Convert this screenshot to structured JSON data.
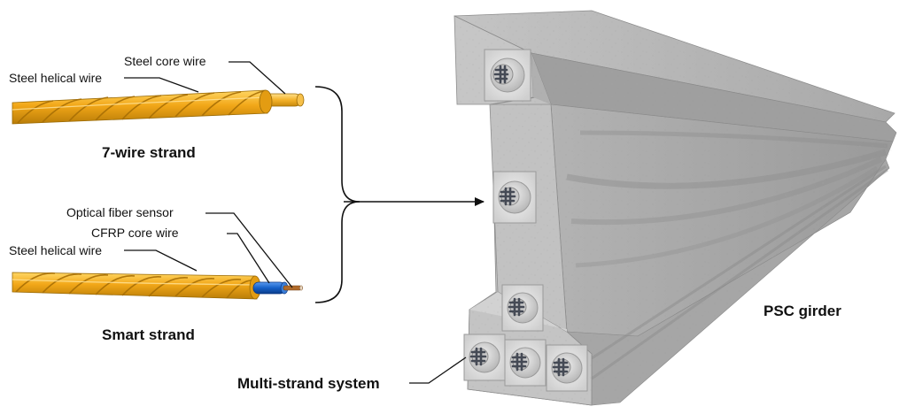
{
  "labels": {
    "steel_core_wire": "Steel core wire",
    "steel_helical_wire_top": "Steel helical wire",
    "seven_wire_strand": "7-wire strand",
    "optical_fiber_sensor": "Optical fiber sensor",
    "cfrp_core_wire": "CFRP core wire",
    "steel_helical_wire_bottom": "Steel helical wire",
    "smart_strand": "Smart strand",
    "psc_girder": "PSC girder",
    "multi_strand_system": "Multi-strand system"
  },
  "colors": {
    "strand_gold": "#f2a718",
    "strand_dark": "#c98a0c",
    "strand_light": "#ffd060",
    "cfrp_blue": "#1560c8",
    "fiber_copper": "#b06a2a",
    "concrete": "#b9b9b9",
    "concrete_dark": "#8f8f8f",
    "concrete_light": "#d4d4d4",
    "anchor_plate": "#e2e2e2",
    "tendon": "#555a66"
  },
  "icons": {
    "seven_wire_strand": "seven-wire-strand-illustration",
    "smart_strand": "smart-strand-illustration",
    "girder": "psc-girder-illustration",
    "anchors": "anchor-block-icon"
  }
}
